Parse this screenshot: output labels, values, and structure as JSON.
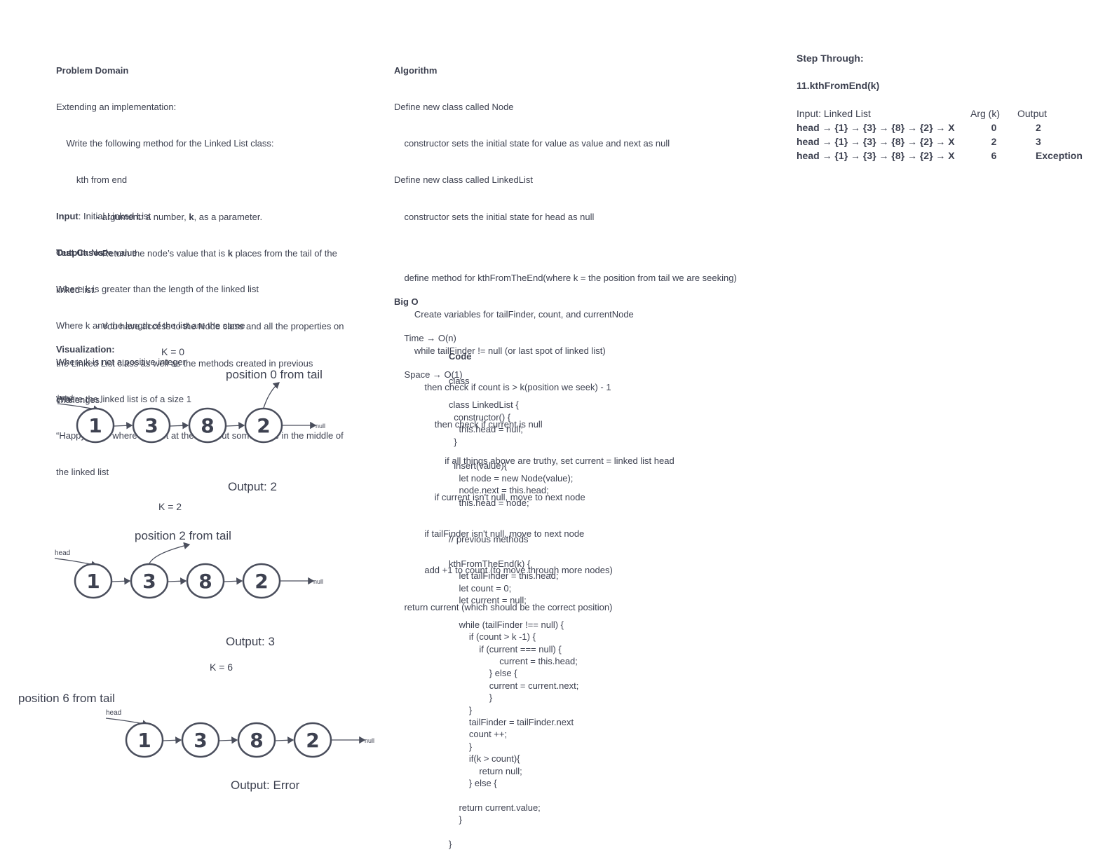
{
  "problem": {
    "heading": "Problem Domain",
    "lines": [
      "Extending an implementation:",
      "    Write the following method for the Linked List class:",
      "        kth from end",
      "                - argument: a number, ",
      "                - Return the node’s value that is ",
      "the linked list.",
      "                - You have access to the Node class and all the properties on",
      "the Linked List class as well as the methods created in previous",
      "challenges."
    ],
    "arg_k": "k",
    "arg_rest": ", as a parameter.",
    "ret_k": "k",
    "ret_rest": " places from the tail of the",
    "ret_line2": "linked list.",
    "input_label": "Input",
    "input_value": ": Initial Linked List",
    "output_label": "Output",
    "output_value": ": Node value",
    "tests_label": "Test Cases",
    "tests": [
      "Where k is greater than the length of the linked list",
      "Where k and the length of the list are the same",
      "Where k is not a positive integer",
      "Where the linked list is of a size 1",
      "“Happy Path” where k is not at the end, but somewhere in the middle of",
      "the linked list"
    ]
  },
  "algorithm": {
    "heading": "Algorithm",
    "lines": [
      "Define new class called Node",
      "    constructor sets the initial state for value as value and next as null",
      "Define new class called LinkedList",
      "    constructor sets the initial state for head as null",
      "",
      "    define method for kthFromTheEnd(where k = the position from tail we are seeking)",
      "        Create variables for tailFinder, count, and currentNode",
      "        while tailFinder != null (or last spot of linked list)",
      "            then check if count is > k(position we seek) - 1",
      "                then check if current is null",
      "                    if all things above are truthy, set current = linked list head",
      "                if current isn't null, move to next node",
      "            if tailFinder isn't null, move to next node",
      "            add +1 to count (to move through more nodes)",
      "    return current (which should be the correct position)"
    ]
  },
  "bigo": {
    "heading": "Big O",
    "lines": [
      "    Time → O(n)",
      "    Space → O(1)"
    ]
  },
  "code": {
    "heading": "Code",
    "lines": [
      "class",
      "",
      "class LinkedList {",
      "  constructor() {",
      "    this.head = null;",
      "  }",
      "",
      "  insert(value){",
      "    let node = new Node(value);",
      "    node.next = this.head;",
      "    this.head = node;",
      "",
      "",
      "// previous methods",
      "",
      "kthFromTheEnd(k) {",
      "    let tailFinder = this.head;",
      "    let count = 0;",
      "    let current = null;",
      "",
      "    while (tailFinder !== null) {",
      "        if (count > k -1) {",
      "            if (current === null) {",
      "                    current = this.head;",
      "                } else {",
      "                current = current.next;",
      "                }",
      "        }",
      "        tailFinder = tailFinder.next",
      "        count ++;",
      "        }",
      "        if(k > count){",
      "            return null;",
      "        } else {",
      "",
      "    return current.value;",
      "    }",
      "",
      "}"
    ]
  },
  "step": {
    "heading": "Step Through:",
    "method": "11.kthFromEnd(k)",
    "columns": [
      "Input: Linked List",
      "Arg (k)",
      "Output"
    ],
    "rows": [
      {
        "input": "head → {1} → {3} → {8} → {2} → X",
        "k": "0",
        "output": "2"
      },
      {
        "input": "head → {1} → {3} → {8} → {2} → X",
        "k": "2",
        "output": "3"
      },
      {
        "input": "head → {1} → {3} → {8} → {2} → X",
        "k": "6",
        "output": "Exception"
      }
    ]
  },
  "visualization": {
    "heading": "Visualization:",
    "examples": [
      {
        "k_label": "K = 0",
        "position_label": "position 0 from tail",
        "output_label": "Output: 2",
        "head_label": "head",
        "null_label": "null",
        "nodes": [
          "1",
          "3",
          "8",
          "2"
        ]
      },
      {
        "k_label": "K = 2",
        "position_label": "position 2 from tail",
        "output_label": "Output: 3",
        "head_label": "head",
        "null_label": "null",
        "nodes": [
          "1",
          "3",
          "8",
          "2"
        ]
      },
      {
        "k_label": "K = 6",
        "position_label": "position 6 from tail",
        "output_label": "Output: Error",
        "head_label": "head",
        "null_label": "null",
        "nodes": [
          "1",
          "3",
          "8",
          "2"
        ]
      }
    ]
  },
  "colors": {
    "ink": "#3d4150",
    "stroke": "#4a4e5c"
  }
}
